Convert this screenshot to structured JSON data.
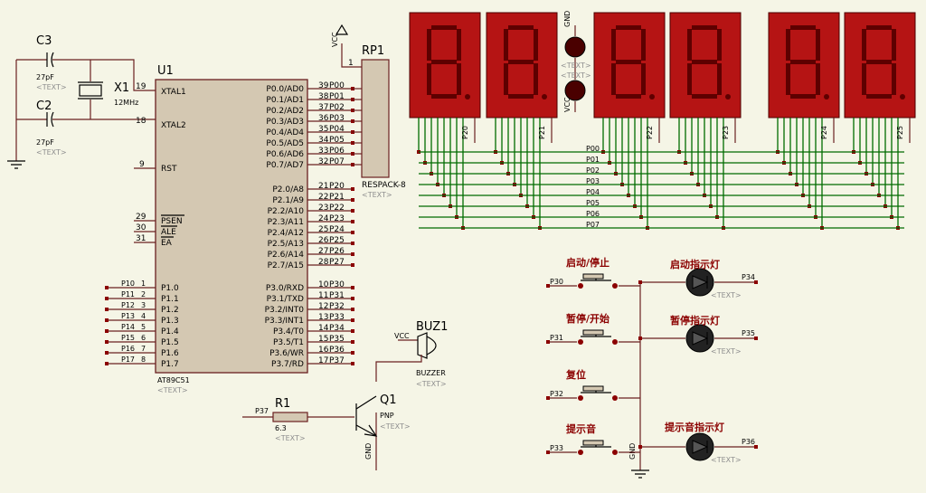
{
  "caps": [
    {
      "ref": "C3",
      "value": "27pF",
      "text": "<TEXT>"
    },
    {
      "ref": "C2",
      "value": "27pF",
      "text": "<TEXT>"
    }
  ],
  "crystal": {
    "ref": "X1",
    "value": "12MHz"
  },
  "mcu": {
    "ref": "U1",
    "part": "AT89C51",
    "text": "<TEXT>",
    "left_pins": [
      {
        "num": "19",
        "name": "XTAL1"
      },
      {
        "num": "18",
        "name": "XTAL2"
      },
      {
        "num": "9",
        "name": "RST"
      },
      {
        "num": "29",
        "name": "PSEN"
      },
      {
        "num": "30",
        "name": "ALE"
      },
      {
        "num": "31",
        "name": "EA"
      }
    ],
    "p1_pins": [
      {
        "net": "P10",
        "num": "1",
        "name": "P1.0"
      },
      {
        "net": "P11",
        "num": "2",
        "name": "P1.1"
      },
      {
        "net": "P12",
        "num": "3",
        "name": "P1.2"
      },
      {
        "net": "P13",
        "num": "4",
        "name": "P1.3"
      },
      {
        "net": "P14",
        "num": "5",
        "name": "P1.4"
      },
      {
        "net": "P15",
        "num": "6",
        "name": "P1.5"
      },
      {
        "net": "P16",
        "num": "7",
        "name": "P1.6"
      },
      {
        "net": "P17",
        "num": "8",
        "name": "P1.7"
      }
    ],
    "p0_pins": [
      {
        "num": "39",
        "net": "P00",
        "name": "P0.0/AD0"
      },
      {
        "num": "38",
        "net": "P01",
        "name": "P0.1/AD1"
      },
      {
        "num": "37",
        "net": "P02",
        "name": "P0.2/AD2"
      },
      {
        "num": "36",
        "net": "P03",
        "name": "P0.3/AD3"
      },
      {
        "num": "35",
        "net": "P04",
        "name": "P0.4/AD4"
      },
      {
        "num": "34",
        "net": "P05",
        "name": "P0.5/AD5"
      },
      {
        "num": "33",
        "net": "P06",
        "name": "P0.6/AD6"
      },
      {
        "num": "32",
        "net": "P07",
        "name": "P0.7/AD7"
      }
    ],
    "p2_pins": [
      {
        "num": "21",
        "net": "P20",
        "name": "P2.0/A8"
      },
      {
        "num": "22",
        "net": "P21",
        "name": "P2.1/A9"
      },
      {
        "num": "23",
        "net": "P22",
        "name": "P2.2/A10"
      },
      {
        "num": "24",
        "net": "P23",
        "name": "P2.3/A11"
      },
      {
        "num": "25",
        "net": "P24",
        "name": "P2.4/A12"
      },
      {
        "num": "26",
        "net": "P25",
        "name": "P2.5/A13"
      },
      {
        "num": "27",
        "net": "P26",
        "name": "P2.6/A14"
      },
      {
        "num": "28",
        "net": "P27",
        "name": "P2.7/A15"
      }
    ],
    "p3_pins": [
      {
        "num": "10",
        "net": "P30",
        "name": "P3.0/RXD"
      },
      {
        "num": "11",
        "net": "P31",
        "name": "P3.1/TXD"
      },
      {
        "num": "12",
        "net": "P32",
        "name": "P3.2/INT0"
      },
      {
        "num": "13",
        "net": "P33",
        "name": "P3.3/INT1"
      },
      {
        "num": "14",
        "net": "P34",
        "name": "P3.4/T0"
      },
      {
        "num": "15",
        "net": "P35",
        "name": "P3.5/T1"
      },
      {
        "num": "16",
        "net": "P36",
        "name": "P3.6/WR"
      },
      {
        "num": "17",
        "net": "P37",
        "name": "P3.7/RD"
      }
    ]
  },
  "respack": {
    "ref": "RP1",
    "part": "RESPACK-8",
    "text": "<TEXT>",
    "pin1": "1",
    "vcc": "VCC"
  },
  "digit_labels": [
    "P20",
    "P21",
    "P22",
    "P23",
    "P24",
    "P25"
  ],
  "colon": {
    "gnd": "GND",
    "vcc": "VCC",
    "text": "<TEXT>"
  },
  "bus_labels": [
    "P00",
    "P01",
    "P02",
    "P03",
    "P04",
    "P05",
    "P06",
    "P07"
  ],
  "buttons": [
    {
      "label": "启动/停止",
      "net": "P30"
    },
    {
      "label": "暂停/开始",
      "net": "P31"
    },
    {
      "label": "复位",
      "net": "P32"
    },
    {
      "label": "提示音",
      "net": "P33"
    }
  ],
  "leds": [
    {
      "label": "启动指示灯",
      "net": "P34",
      "text": "<TEXT>"
    },
    {
      "label": "暂停指示灯",
      "net": "P35",
      "text": "<TEXT>"
    },
    {
      "label": "提示音指示灯",
      "net": "P36",
      "text": "<TEXT>"
    }
  ],
  "gnd_label": "GND",
  "buzzer": {
    "ref": "BUZ1",
    "part": "BUZZER",
    "text": "<TEXT>",
    "vcc": "VCC"
  },
  "transistor": {
    "ref": "Q1",
    "part": "PNP",
    "text": "<TEXT>",
    "gnd": "GND"
  },
  "resistor": {
    "ref": "R1",
    "value": "6.3",
    "text": "<TEXT>",
    "net": "P37"
  }
}
